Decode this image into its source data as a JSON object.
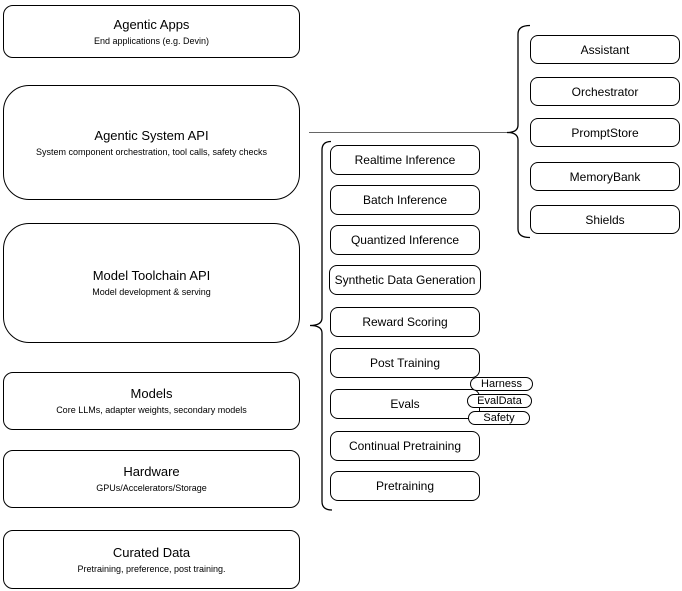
{
  "diagram": {
    "left_column": [
      {
        "title": "Agentic Apps",
        "subtitle": "End applications (e.g. Devin)"
      },
      {
        "title": "Agentic System API",
        "subtitle": "System component orchestration, tool calls, safety checks"
      },
      {
        "title": "Model Toolchain API",
        "subtitle": "Model development & serving"
      },
      {
        "title": "Models",
        "subtitle": "Core LLMs, adapter weights, secondary models"
      },
      {
        "title": "Hardware",
        "subtitle": "GPUs/Accelerators/Storage"
      },
      {
        "title": "Curated Data",
        "subtitle": "Pretraining, preference, post training."
      }
    ],
    "middle_column": [
      "Realtime Inference",
      "Batch Inference",
      "Quantized Inference",
      "Synthetic Data Generation",
      "Reward Scoring",
      "Post Training",
      "Evals",
      "Continual Pretraining",
      "Pretraining"
    ],
    "eval_tags": [
      "Harness",
      "EvalData",
      "Safety"
    ],
    "right_column": [
      "Assistant",
      "Orchestrator",
      "PromptStore",
      "MemoryBank",
      "Shields"
    ],
    "groupings": [
      {
        "group": "middle_column",
        "brace_points_to": "Model Toolchain API"
      },
      {
        "group": "right_column",
        "brace_points_to": "Agentic System API"
      }
    ],
    "colors": {
      "background": "#ffffff",
      "node_fill": "#ffffff",
      "node_border": "#000000",
      "connector_line": "#666666",
      "text": "#000000"
    }
  }
}
